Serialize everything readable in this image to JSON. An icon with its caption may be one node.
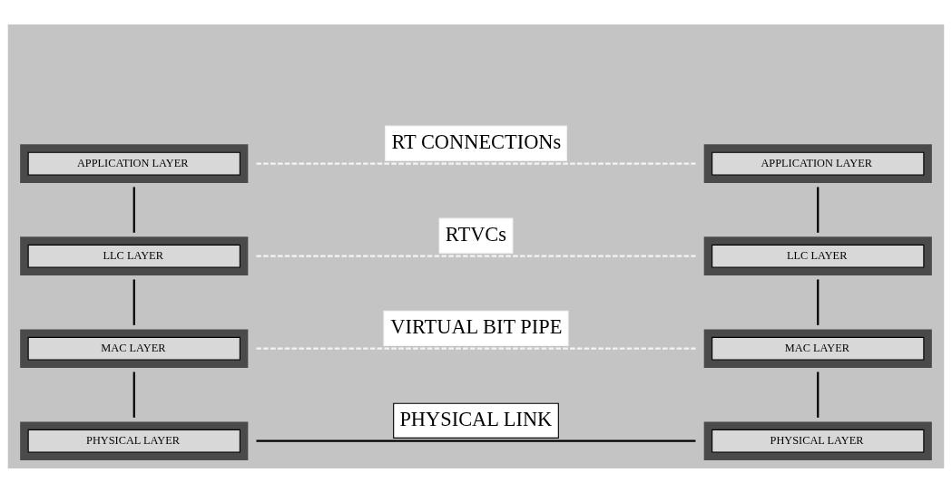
{
  "diagram": {
    "nodes": [
      {
        "text": [
          "APPLICATION LAYER"
        ]
      },
      {
        "text": [
          "APPLICATION LAYER"
        ]
      },
      {
        "text": [
          "LLC LAYER"
        ]
      },
      {
        "text": [
          "LLC LAYER"
        ]
      },
      {
        "text": [
          "MAC LAYER"
        ]
      },
      {
        "text": [
          "MAC LAYER"
        ]
      },
      {
        "text": [
          "PHYSICAL LAYER"
        ]
      },
      {
        "text": [
          "PHYSICAL LAYER"
        ]
      }
    ],
    "edges": [
      {
        "from": 0,
        "to": 2,
        "arrow": "none"
      },
      {
        "from": 2,
        "to": 4,
        "arrow": "none"
      },
      {
        "from": 4,
        "to": 6,
        "arrow": "none"
      },
      {
        "from": 1,
        "to": 3,
        "arrow": "none"
      },
      {
        "from": 3,
        "to": 5,
        "arrow": "none"
      },
      {
        "from": 5,
        "to": 7,
        "arrow": "none"
      },
      {
        "from": 0,
        "to": 1,
        "arrow": "none",
        "label": "RT CONNECTIONs",
        "style": "dashed",
        "color": "#f4f4f4"
      },
      {
        "from": 2,
        "to": 3,
        "arrow": "none",
        "label": "RTVCs",
        "style": "dashed",
        "color": "#f4f4f4"
      },
      {
        "from": 4,
        "to": 5,
        "arrow": "none",
        "label": "VIRTUAL BIT PIPE",
        "style": "dashed",
        "color": "#f4f4f4"
      },
      {
        "from": 6,
        "to": 7,
        "arrow": "none",
        "label": "PHYSICAL LINK"
      }
    ]
  }
}
